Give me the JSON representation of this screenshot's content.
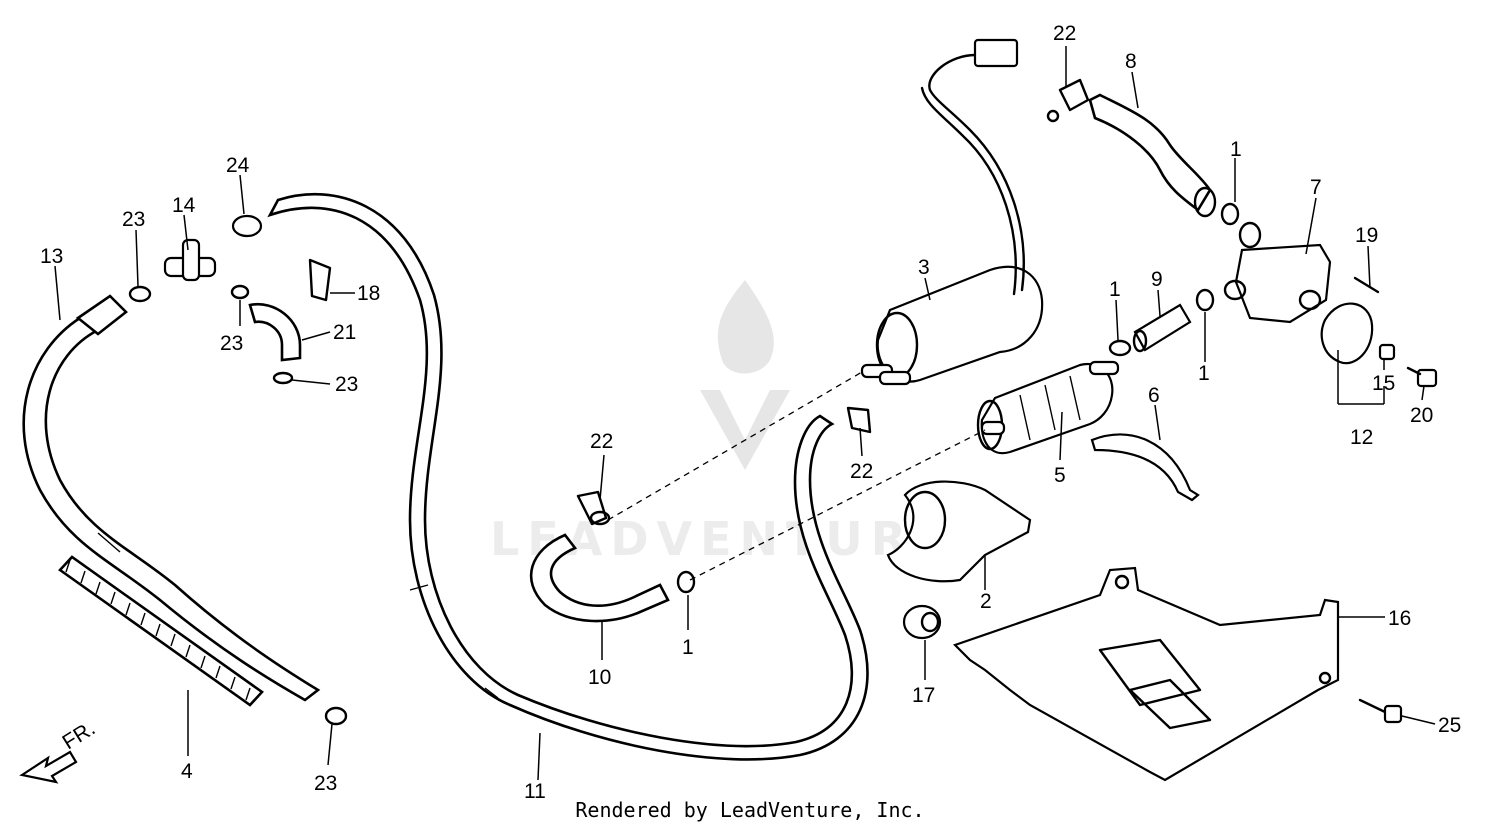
{
  "diagram": {
    "callouts": [
      "22",
      "8",
      "1",
      "7",
      "19",
      "24",
      "23",
      "14",
      "13",
      "18",
      "23",
      "21",
      "23",
      "3",
      "1",
      "9",
      "1",
      "15",
      "20",
      "12",
      "6",
      "22",
      "22",
      "5",
      "2",
      "10",
      "1",
      "16",
      "17",
      "4",
      "25",
      "23",
      "11"
    ],
    "front_indicator": "FR."
  },
  "watermark": "LEADVENTURE",
  "footer": "Rendered by LeadVenture, Inc."
}
